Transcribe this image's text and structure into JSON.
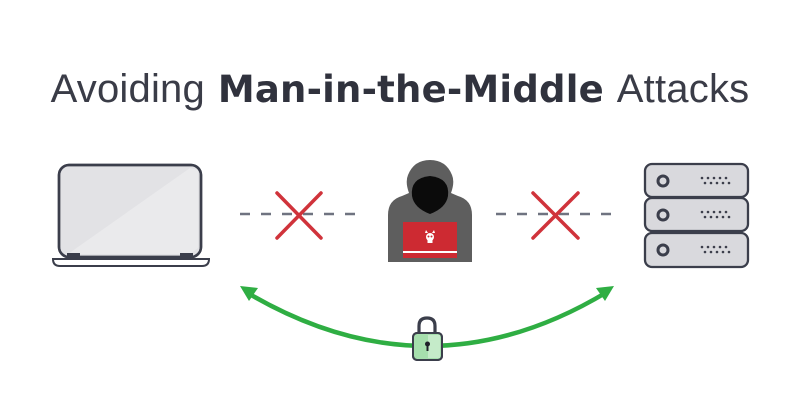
{
  "title": {
    "prefix": "Avoiding",
    "emphasis": "Man-in-the-Middle",
    "suffix": "Attacks"
  },
  "colors": {
    "text": "#3a3c47",
    "outline": "#3b3e4b",
    "device_fill": "#d9d9dd",
    "cross": "#d0333b",
    "dash": "#6f7380",
    "hacker_hood": "#5e5e5e",
    "hacker_laptop": "#cd2a32",
    "arrow": "#2fae43",
    "lock_fill": "#a6dfad"
  },
  "diagram": {
    "nodes": [
      {
        "id": "laptop",
        "label": "user-laptop"
      },
      {
        "id": "hacker",
        "label": "attacker"
      },
      {
        "id": "server",
        "label": "server-stack"
      }
    ],
    "blocked_links": [
      {
        "from": "laptop",
        "to": "hacker",
        "status": "blocked"
      },
      {
        "from": "hacker",
        "to": "server",
        "status": "blocked"
      }
    ],
    "secure_link": {
      "from": "laptop",
      "to": "server",
      "status": "encrypted",
      "icon": "lock-icon"
    }
  }
}
